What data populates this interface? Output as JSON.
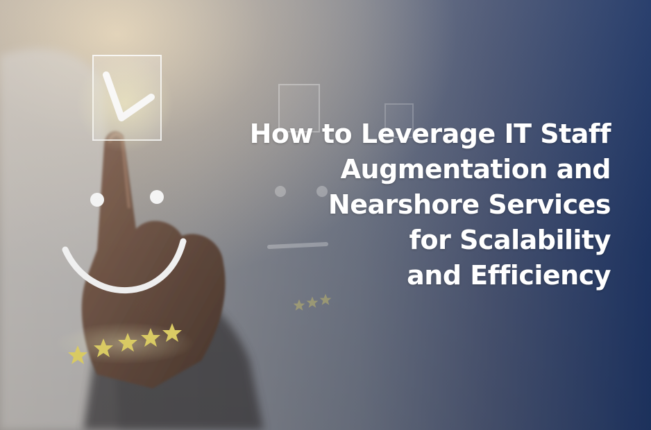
{
  "headline": {
    "lines": [
      "How to Leverage IT Staff",
      "Augmentation and",
      "Nearshore Services",
      "for Scalability",
      "and Efficiency"
    ]
  },
  "rating": {
    "stars": 5
  },
  "colors": {
    "background_start": "#a9a49f",
    "background_end": "#1f3666",
    "star": "#ecdc6c",
    "headline_text": "#ffffff"
  }
}
